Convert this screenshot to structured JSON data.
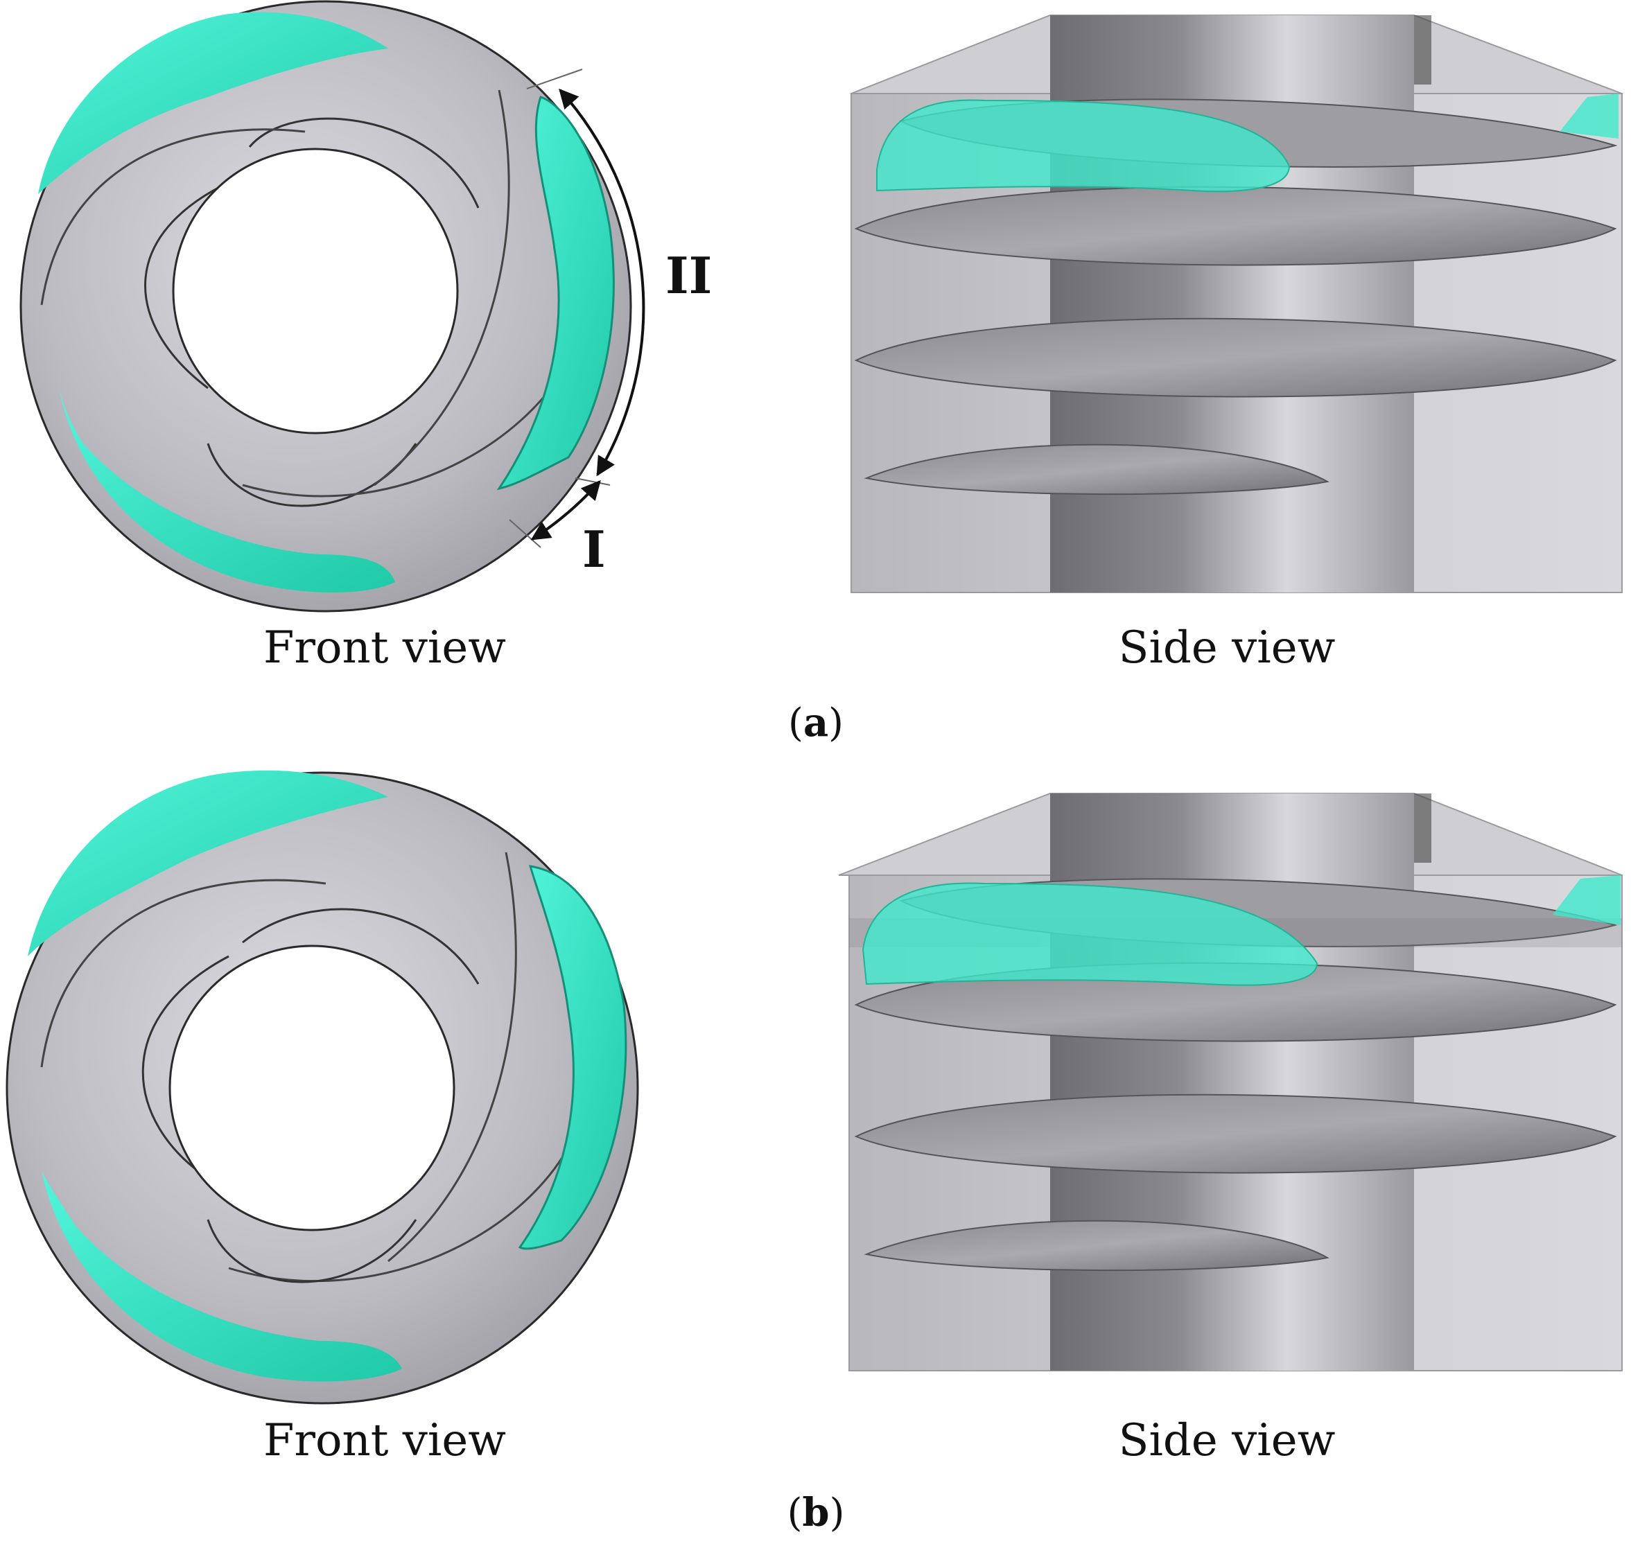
{
  "colors": {
    "background": "#ffffff",
    "cavity": "#3ff0d0",
    "cavity_dark": "#1fb89a",
    "metal_light": "#e6e6ea",
    "metal_mid": "#b9b8bf",
    "metal_dark": "#7d7d82",
    "outline": "#2a2a2a"
  },
  "panels": [
    {
      "id": "a",
      "label_open": "(",
      "label_letter": "a",
      "label_close": ")",
      "front_view_label": "Front view",
      "side_view_label": "Side view",
      "regions": [
        {
          "label": "II"
        },
        {
          "label": "I"
        }
      ]
    },
    {
      "id": "b",
      "label_open": "(",
      "label_letter": "b",
      "label_close": ")",
      "front_view_label": "Front view",
      "side_view_label": "Side view"
    }
  ]
}
